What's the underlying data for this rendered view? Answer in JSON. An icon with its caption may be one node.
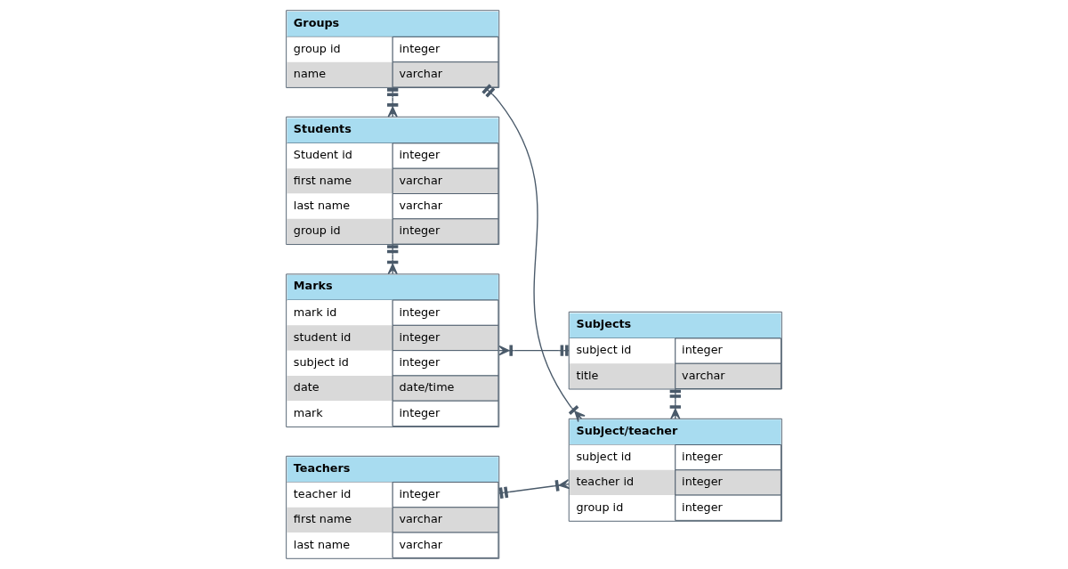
{
  "diagram": {
    "nodes": [
      {
        "text": [
          "Marks",
          "mark id",
          "integer",
          "student id",
          "integer",
          "subject id",
          "integer",
          "date",
          "date/time",
          "mark",
          "integer"
        ]
      },
      {
        "text": [
          "Subjects",
          "subject id",
          "integer",
          "title",
          "varchar"
        ]
      },
      {
        "text": [
          "Teachers",
          "teacher id",
          "integer",
          "first name",
          "varchar",
          "last name",
          "varchar"
        ]
      },
      {
        "text": [
          "Students",
          "Student id",
          "integer",
          "first name",
          "varchar",
          "last name",
          "varchar",
          "group id",
          "integer"
        ]
      },
      {
        "text": [
          "Subject/teacher",
          "subject id",
          "integer",
          "teacher id",
          "integer",
          "group id",
          "integer"
        ]
      },
      {
        "text": [
          "Groups",
          "group id",
          "integer",
          "name",
          "varchar"
        ]
      }
    ],
    "edges": [
      {
        "from": 3,
        "to": 0,
        "arrow": "other"
      },
      {
        "from": 1,
        "to": 0,
        "arrow": "other"
      },
      {
        "from": 1,
        "to": 4,
        "arrow": "other"
      },
      {
        "from": 2,
        "to": 4,
        "arrow": "other"
      },
      {
        "from": 5,
        "to": 3,
        "arrow": "other"
      },
      {
        "from": 5,
        "to": 4,
        "arrow": "other"
      }
    ]
  }
}
